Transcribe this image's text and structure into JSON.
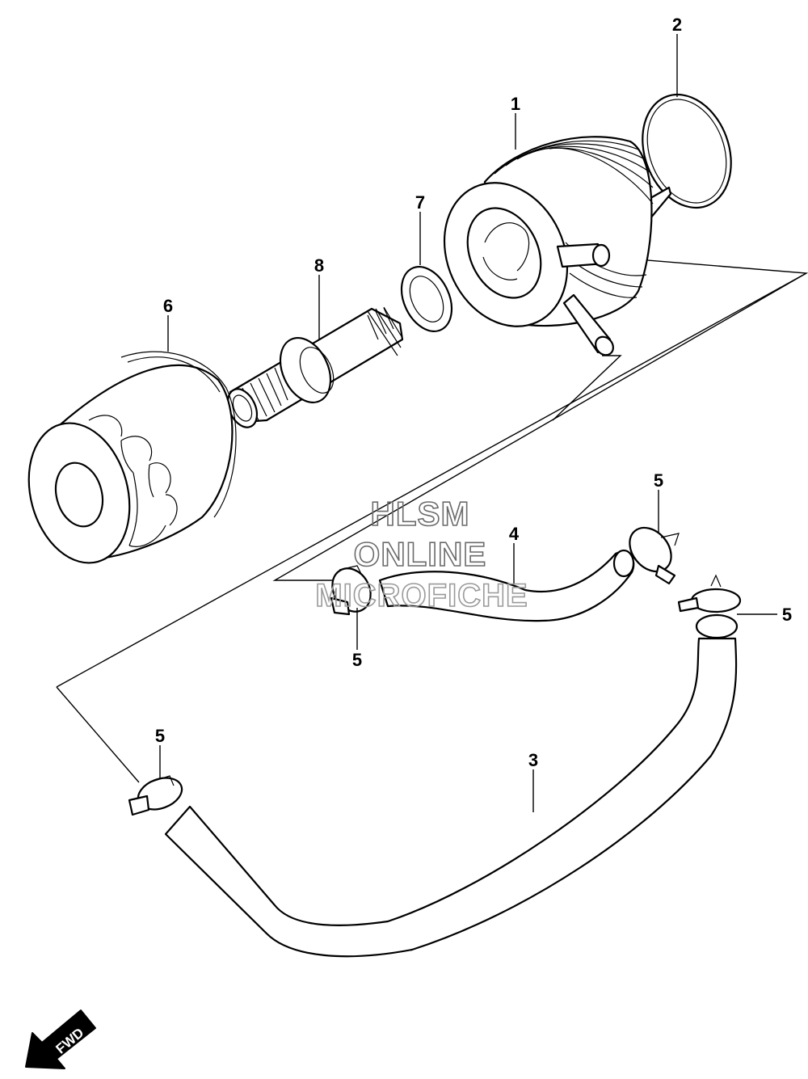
{
  "callouts": {
    "c1": "1",
    "c2": "2",
    "c3": "3",
    "c4": "4",
    "c5a": "5",
    "c5b": "5",
    "c5c": "5",
    "c5d": "5",
    "c6": "6",
    "c7": "7",
    "c8": "8"
  },
  "watermark": {
    "line1": "HLSM",
    "line2": "ONLINE",
    "line3": "MICROFICHE"
  },
  "fwd_label": "FWD"
}
